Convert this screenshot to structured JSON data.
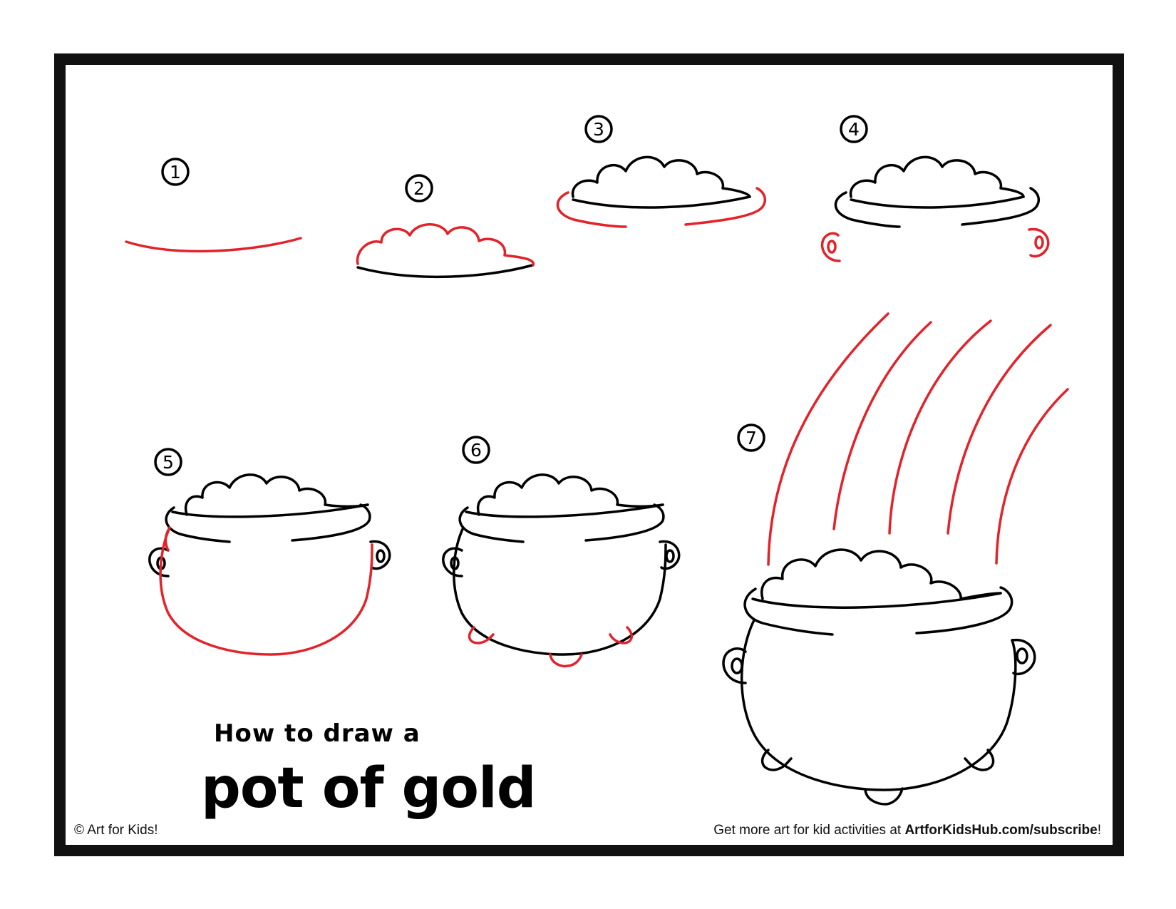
{
  "title": {
    "line1": "How to draw a",
    "line2": "pot of gold"
  },
  "steps": [
    {
      "number": "1"
    },
    {
      "number": "2"
    },
    {
      "number": "3"
    },
    {
      "number": "4"
    },
    {
      "number": "5"
    },
    {
      "number": "6"
    },
    {
      "number": "7"
    }
  ],
  "footer": {
    "copyright": "© Art for Kids!",
    "promo_prefix": "Get more art for kid activities at ",
    "promo_link": "ArtforKidsHub.com/subscribe",
    "promo_suffix": "!"
  },
  "colors": {
    "new_line": "#e3222a",
    "existing_line": "#000000",
    "frame": "#111111"
  }
}
